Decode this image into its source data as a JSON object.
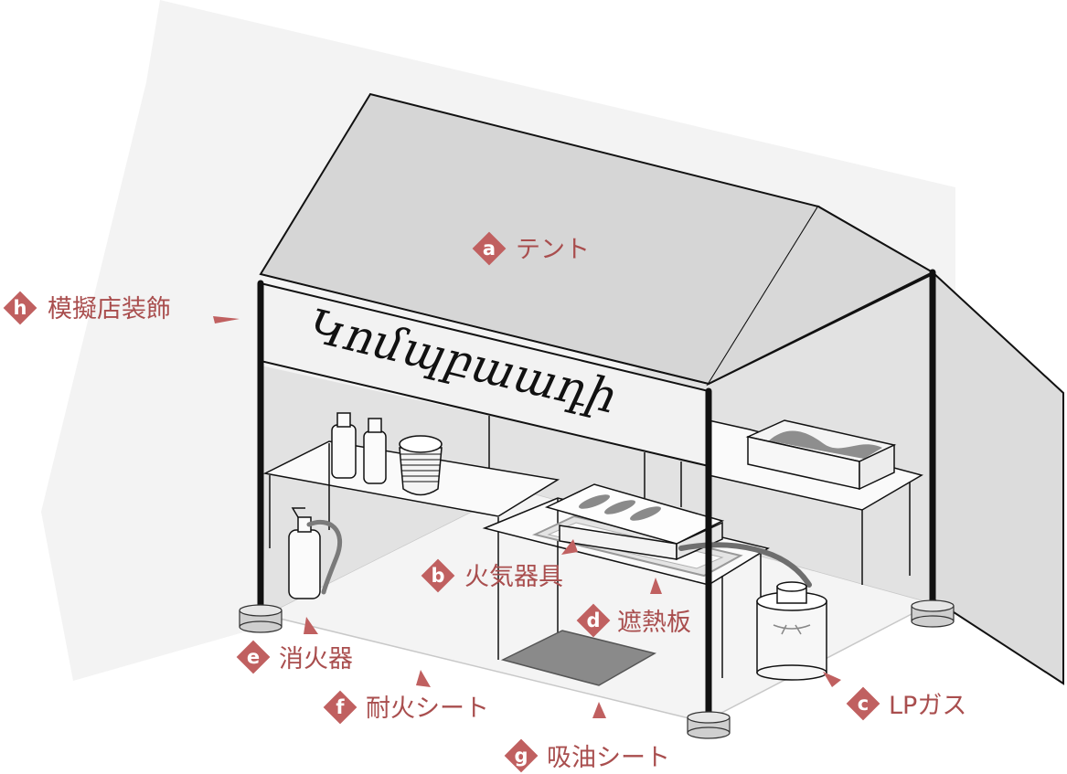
{
  "sign": {
    "text": "Կոմպբաադի"
  },
  "labels": [
    {
      "key": "a",
      "badge": "a",
      "text": "テント"
    },
    {
      "key": "b",
      "badge": "b",
      "text": "火気器具"
    },
    {
      "key": "c",
      "badge": "c",
      "text": "LPガス"
    },
    {
      "key": "d",
      "badge": "d",
      "text": "遮熱板"
    },
    {
      "key": "e",
      "badge": "e",
      "text": "消火器"
    },
    {
      "key": "f",
      "badge": "f",
      "text": "耐火シート"
    },
    {
      "key": "g",
      "badge": "g",
      "text": "吸油シート"
    },
    {
      "key": "h",
      "badge": "h",
      "text": "模擬店装飾"
    }
  ],
  "colors": {
    "accent": "#c06060",
    "label": "#a94e4e",
    "tent": "#d9d9d9",
    "ground": "#f1f1f1"
  }
}
